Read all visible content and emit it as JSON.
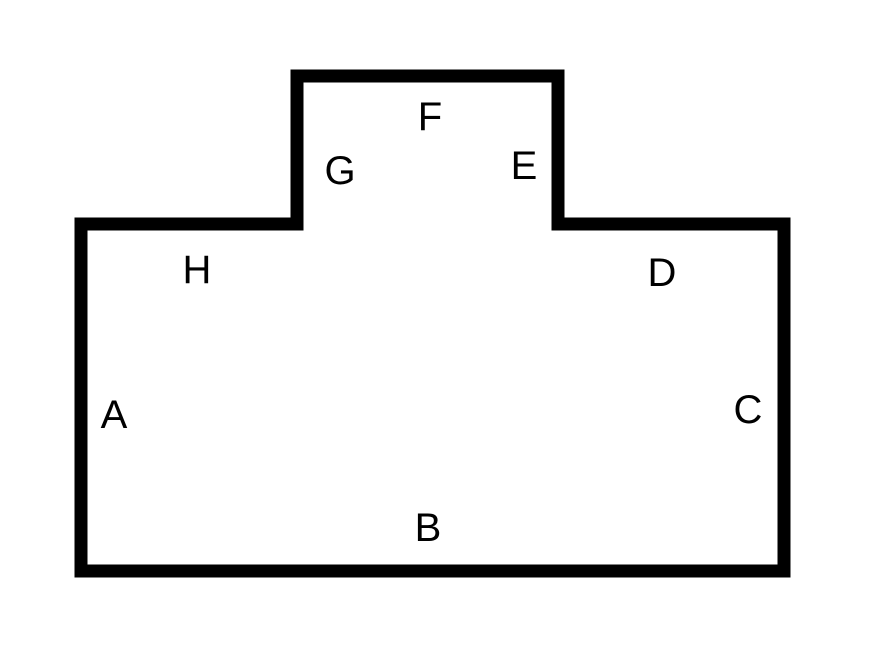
{
  "diagram": {
    "shape": "rectilinear polygon with raised center tab",
    "outline_color": "#000000",
    "background_color": "#ffffff",
    "edges": {
      "a": "A",
      "b": "B",
      "c": "C",
      "d": "D",
      "e": "E",
      "f": "F",
      "g": "G",
      "h": "H"
    }
  }
}
